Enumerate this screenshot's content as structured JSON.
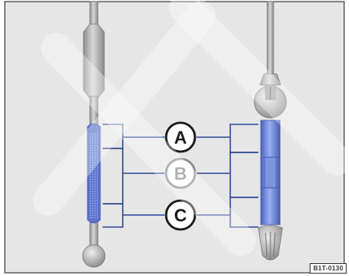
{
  "figure": {
    "markers": [
      {
        "letter": "A",
        "state": "active"
      },
      {
        "letter": "B",
        "state": "inactive"
      },
      {
        "letter": "C",
        "state": "active"
      }
    ],
    "figure_id": "B1T-0130",
    "colors": {
      "background": "#e6e6e6",
      "frame": "#3a3a3a",
      "rod": "#9a9a9a",
      "blue_zone": "#5b72c9",
      "leader_line": "#2e4c96",
      "marker_active_stroke": "#1a1a1a",
      "marker_inactive_stroke": "#8a8a8a",
      "watermark": "#ffffff"
    },
    "icons": [
      "dipstick-left-icon",
      "dipstick-right-icon"
    ]
  }
}
